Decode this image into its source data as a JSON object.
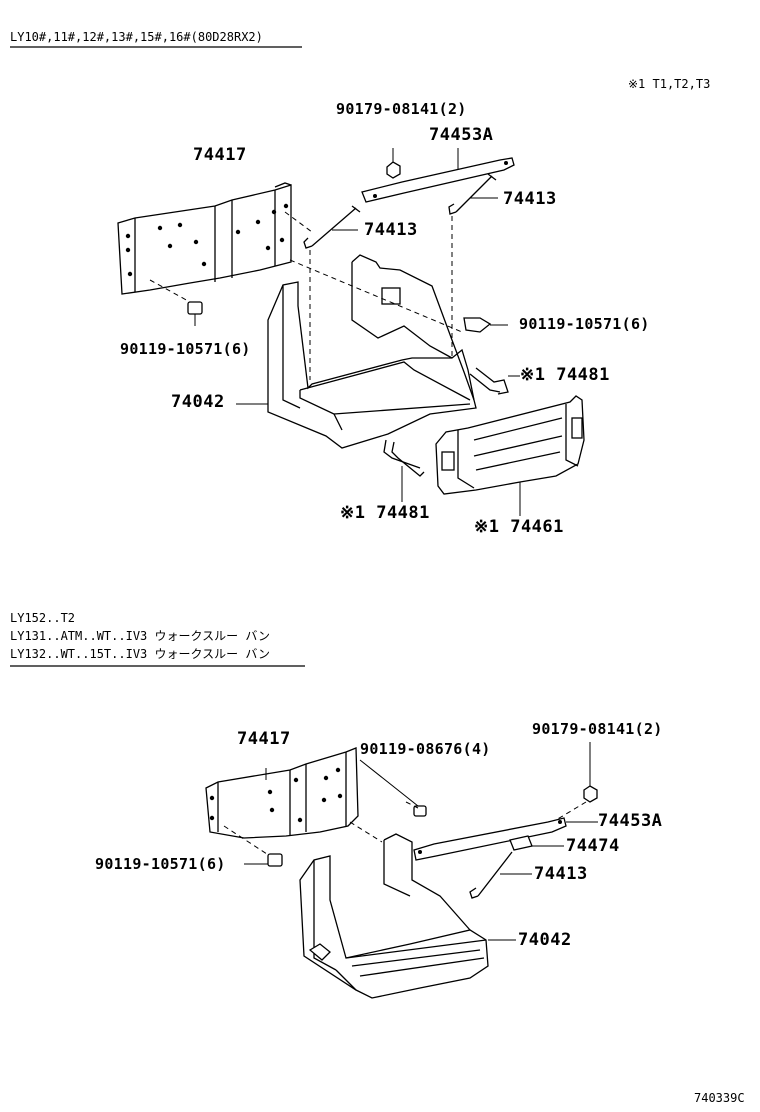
{
  "section1": {
    "applicability": "LY10#,11#,12#,13#,15#,16#(80D28RX2)",
    "footnote": "※1 T1,T2,T3",
    "parts": {
      "bolt_top": "90179-08141(2)",
      "clamp": "74453A",
      "carrier_bracket": "74417",
      "rod_right": "74413",
      "rod_left": "74413",
      "bolt_left": "90119-10571(6)",
      "bolt_right": "90119-10571(6)",
      "hook_right": "※1 74481",
      "battery_tray": "74042",
      "hook_bottom": "※1 74481",
      "insulator": "※1 74461"
    }
  },
  "section2": {
    "applicability": [
      "LY152..T2",
      "LY131..ATM..WT..IV3 ウォークスルー バン",
      "LY132..WT..15T..IV3 ウォークスルー バン"
    ],
    "parts": {
      "carrier_bracket": "74417",
      "bolt_mid": "90119-08676(4)",
      "bolt_top": "90179-08141(2)",
      "clamp": "74453A",
      "bolt_left": "90119-10571(6)",
      "stopper": "74474",
      "rod": "74413",
      "battery_tray": "74042"
    }
  },
  "illustration_code": "740339C"
}
